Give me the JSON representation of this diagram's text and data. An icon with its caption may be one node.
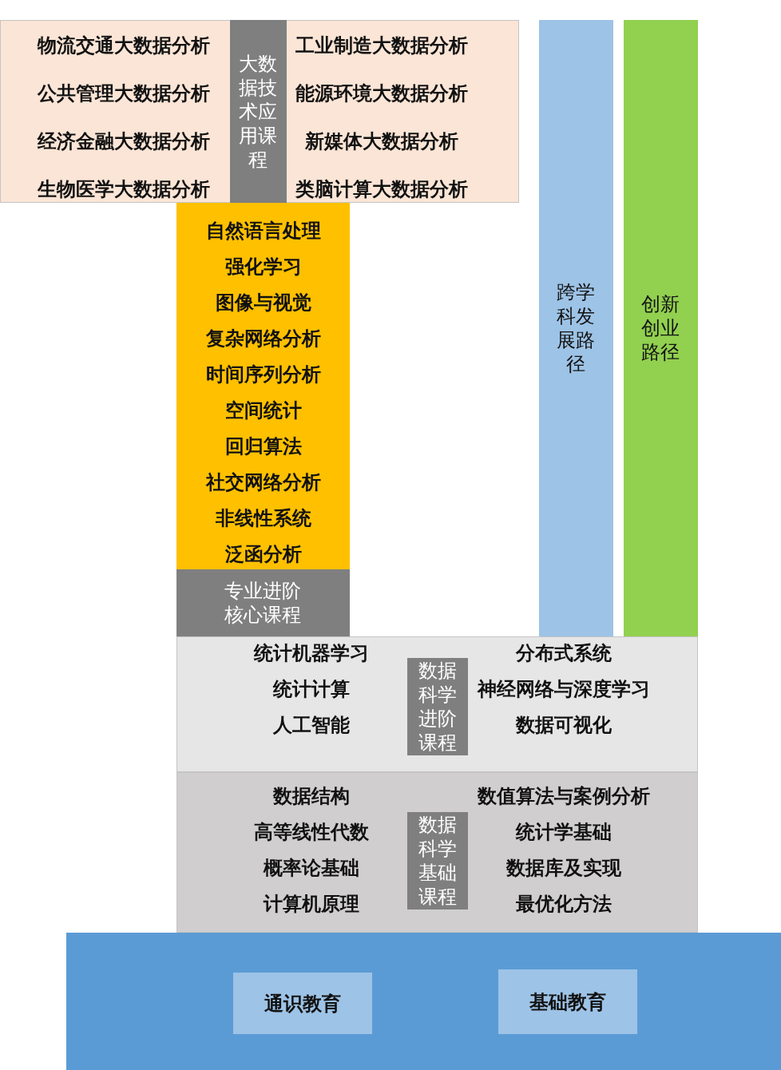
{
  "diagram": {
    "nodes": [
      {
        "text": [
          "物流交通大数据分析",
          "公共管理大数据分析",
          "经济金融大数据分析",
          "生物医学大数据分析",
          "工业制造大数据分析",
          "能源环境大数据分析",
          "新媒体大数据分析",
          "类脑计算大数据分析"
        ]
      },
      {
        "text": [
          "大数据技术应用课程"
        ],
        "in": 0
      },
      {
        "text": [
          "自然语言处理",
          "强化学习",
          "图像与视觉",
          "复杂网络分析",
          "时间序列分析",
          "空间统计",
          "回归算法",
          "社交网络分析",
          "非线性系统",
          "泛函分析"
        ]
      },
      {
        "text": [
          "专业进阶核心课程"
        ]
      },
      {
        "text": [
          "跨学科发展路径"
        ]
      },
      {
        "text": [
          "创新创业路径"
        ]
      },
      {
        "text": [
          "统计机器学习",
          "统计计算",
          "人工智能",
          "分布式系统",
          "神经网络与深度学习",
          "数据可视化"
        ]
      },
      {
        "text": [
          "数据科学进阶课程"
        ],
        "in": 6
      },
      {
        "text": [
          "数据结构",
          "高等线性代数",
          "概率论基础",
          "计算机原理",
          "数值算法与案例分析",
          "统计学基础",
          "数据库及实现",
          "最优化方法"
        ]
      },
      {
        "text": [
          "数据科学基础课程"
        ],
        "in": 8
      },
      {
        "text": [],
        "shape": "box"
      },
      {
        "text": [
          "通识教育"
        ],
        "in": 10
      },
      {
        "text": [
          "基础教育"
        ],
        "in": 10
      }
    ]
  }
}
